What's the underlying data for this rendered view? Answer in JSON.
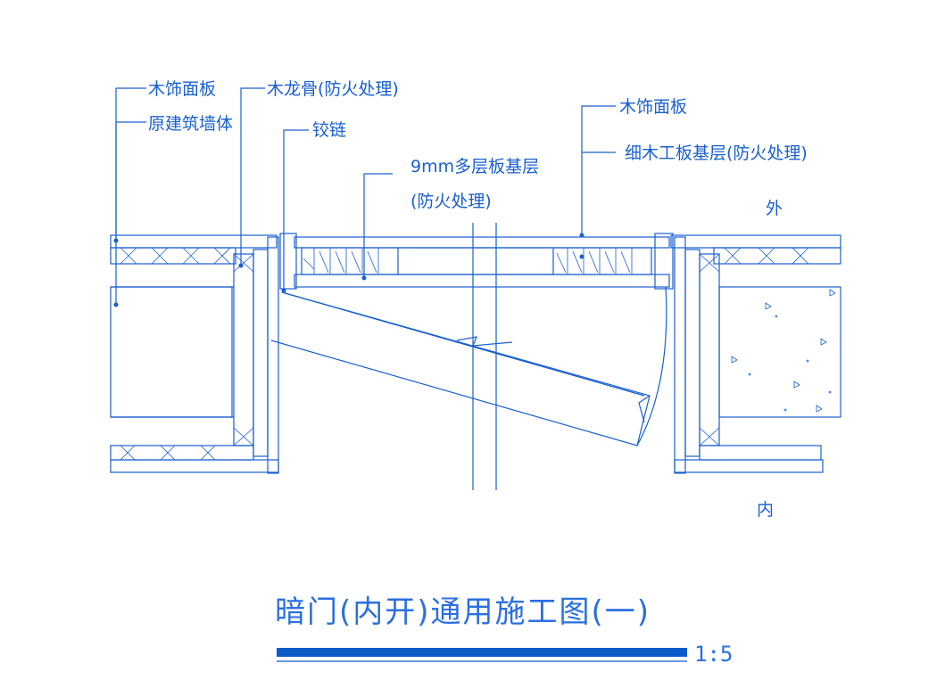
{
  "colors": {
    "line": "#1a5fd0",
    "title": "#2a6fe0",
    "title_bar": "#0b5bc9",
    "background": "#ffffff"
  },
  "labels": {
    "wood_face_left": "木饰面板",
    "original_wall": "原建筑墙体",
    "wood_keel": "木龙骨(防火处理)",
    "hinge": "铰链",
    "plywood_line1": "9mm多层板基层",
    "plywood_line2": "(防火处理)",
    "wood_face_right": "木饰面板",
    "blockboard_base": "细木工板基层(防火处理)",
    "outside": "外",
    "inside": "内"
  },
  "title": {
    "text": "暗门(内开)通用施工图(一)",
    "scale": "1:5"
  }
}
